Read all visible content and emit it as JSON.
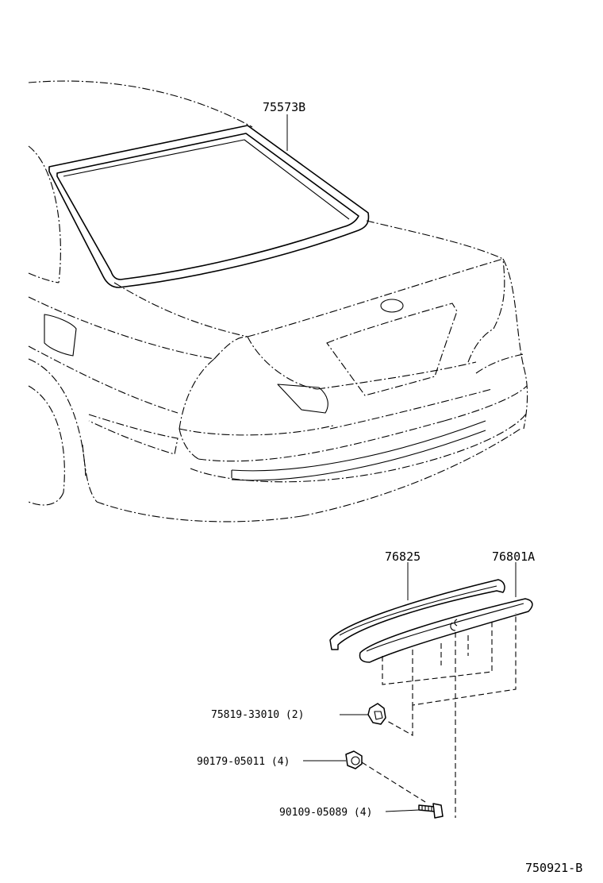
{
  "callouts": {
    "windshield_weatherstrip": "75573B",
    "garnish_molding": "76825",
    "luggage_garnish": "76801A",
    "clip": "75819-33010 (2)",
    "nut": "90179-05011 (4)",
    "bolt": "90109-05089 (4)"
  },
  "diagram_code": "750921-B"
}
